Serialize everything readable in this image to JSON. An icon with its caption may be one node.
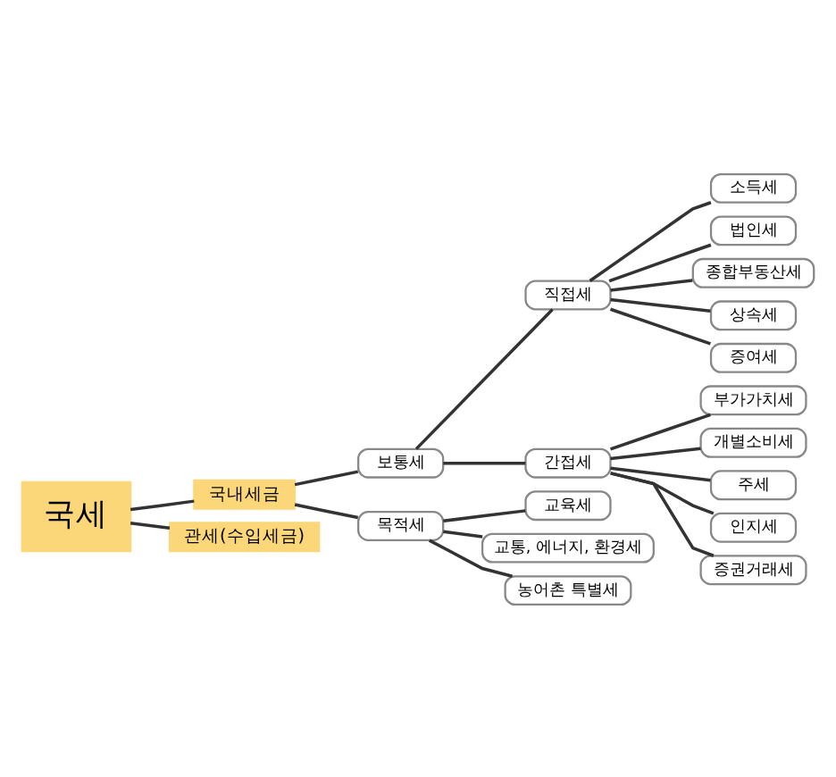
{
  "diagram": {
    "nodes": [
      {
        "text": [
          "국세"
        ]
      },
      {
        "text": [
          "국내세금"
        ]
      },
      {
        "text": [
          "관세(수입세금)"
        ]
      },
      {
        "text": [
          "보통세"
        ]
      },
      {
        "text": [
          "목적세"
        ]
      },
      {
        "text": [
          "직접세"
        ]
      },
      {
        "text": [
          "간접세"
        ]
      },
      {
        "text": [
          "소득세"
        ]
      },
      {
        "text": [
          "법인세"
        ]
      },
      {
        "text": [
          "종합부동산세"
        ]
      },
      {
        "text": [
          "상속세"
        ]
      },
      {
        "text": [
          "증여세"
        ]
      },
      {
        "text": [
          "부가가치세"
        ]
      },
      {
        "text": [
          "개별소비세"
        ]
      },
      {
        "text": [
          "주세"
        ]
      },
      {
        "text": [
          "인지세"
        ]
      },
      {
        "text": [
          "증권거래세"
        ]
      },
      {
        "text": [
          "교육세"
        ]
      },
      {
        "text": [
          "교통, 에너지, 환경세"
        ]
      },
      {
        "text": [
          "농어촌 특별세"
        ]
      }
    ],
    "edges": [
      {
        "from": 0,
        "to": 1,
        "arrow": "none"
      },
      {
        "from": 0,
        "to": 2,
        "arrow": "none"
      },
      {
        "from": 1,
        "to": 3,
        "arrow": "none"
      },
      {
        "from": 1,
        "to": 4,
        "arrow": "none"
      },
      {
        "from": 3,
        "to": 5,
        "arrow": "none"
      },
      {
        "from": 3,
        "to": 6,
        "arrow": "none"
      },
      {
        "from": 5,
        "to": 7,
        "arrow": "none"
      },
      {
        "from": 5,
        "to": 8,
        "arrow": "none"
      },
      {
        "from": 5,
        "to": 9,
        "arrow": "none"
      },
      {
        "from": 5,
        "to": 10,
        "arrow": "none"
      },
      {
        "from": 5,
        "to": 11,
        "arrow": "none"
      },
      {
        "from": 6,
        "to": 12,
        "arrow": "none"
      },
      {
        "from": 6,
        "to": 13,
        "arrow": "none"
      },
      {
        "from": 6,
        "to": 14,
        "arrow": "none"
      },
      {
        "from": 6,
        "to": 15,
        "arrow": "none"
      },
      {
        "from": 6,
        "to": 16,
        "arrow": "none"
      },
      {
        "from": 4,
        "to": 17,
        "arrow": "none"
      },
      {
        "from": 4,
        "to": 18,
        "arrow": "none"
      },
      {
        "from": 4,
        "to": 19,
        "arrow": "none"
      }
    ]
  }
}
